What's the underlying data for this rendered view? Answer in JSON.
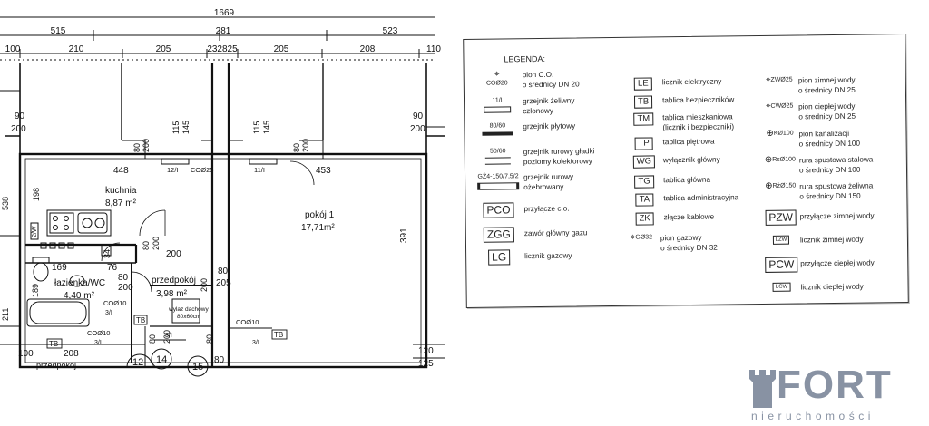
{
  "plan": {
    "dims_top": {
      "total": "1669",
      "seg1": "515",
      "seg2": "281",
      "seg3": "523"
    },
    "dims_row2": [
      "100",
      "210",
      "205",
      "232825",
      "205",
      "208",
      "110"
    ],
    "openings": [
      "90",
      "200",
      "80",
      "200",
      "115",
      "145",
      "80",
      "200",
      "115",
      "145",
      "90",
      "200"
    ],
    "rooms": {
      "kitchen": {
        "name": "kuchnia",
        "area": "8,87 m²",
        "width": "448",
        "depth": "198"
      },
      "room": {
        "name": "pokój 1",
        "area": "17,71m²",
        "width": "453",
        "depth": "391"
      },
      "bath": {
        "name": "łazienka/WC",
        "area": "4,40 m²",
        "width": "169",
        "depth": "189"
      },
      "hall": {
        "name": "przedpokój",
        "area": "3,98 m²",
        "width": "200"
      },
      "hall2": {
        "name": "przedpokój"
      }
    },
    "labels": {
      "radiator1": "12/I",
      "co1": "COØ25",
      "radiator2": "11/I",
      "co2": "COØ10",
      "co2b": "3/I",
      "co3": "COØ10",
      "co3b": "3/I",
      "co4": "COØ10",
      "co4b": "3/I",
      "tb1": "TB",
      "tb2": "TB",
      "tb3": "TB",
      "shower": "wylaz dachowy",
      "shower_size": "80x60cm",
      "d34": "34",
      "d76": "76",
      "d200a": "200",
      "d200b": "200",
      "d80a": "80",
      "d200c": "200",
      "d80b": "80",
      "d205": "205",
      "d80c": "80",
      "d200d": "200",
      "d80d": "80",
      "d80e": "80",
      "d208": "208",
      "d100": "100",
      "d120": "120",
      "d125": "125",
      "d538": "538",
      "d211": "211",
      "d2w": "2/W",
      "d14": "14",
      "d15": "15",
      "d12": "12",
      "d80f": "80",
      "d3i": "3/I"
    }
  },
  "legend": {
    "title": "LEGENDA:",
    "col1": [
      {
        "sym": "COØ20",
        "desc": [
          "pion C.O.",
          "o średnicy DN 20"
        ]
      },
      {
        "sym": "11/I",
        "desc": [
          "grzejnik żeliwny",
          "członowy"
        ]
      },
      {
        "sym": "80/60",
        "desc": [
          "grzejnik płytowy"
        ]
      },
      {
        "sym": "50/60",
        "desc": [
          "grzejnik rurowy gładki",
          "poziomy kolektorowy"
        ]
      },
      {
        "sym": "GŻ4-150/7,5/2",
        "desc": [
          "grzejnik rurowy",
          "ożebrowany"
        ]
      },
      {
        "sym": "PCO",
        "desc": [
          "przyłącze c.o."
        ]
      },
      {
        "sym": "ZGG",
        "desc": [
          "zawór główny gazu"
        ]
      },
      {
        "sym": "LG",
        "desc": [
          "licznik gazowy"
        ]
      }
    ],
    "col2": [
      {
        "sym": "LE",
        "desc": [
          "licznik elektryczny"
        ]
      },
      {
        "sym": "TB",
        "desc": [
          "tablica bezpieczników"
        ]
      },
      {
        "sym": "TM",
        "desc": [
          "tablica mieszkaniowa",
          "(licznik i bezpieczniki)"
        ]
      },
      {
        "sym": "TP",
        "desc": [
          "tablica piętrowa"
        ]
      },
      {
        "sym": "WG",
        "desc": [
          "wyłącznik główny"
        ]
      },
      {
        "sym": "TG",
        "desc": [
          "tablica główna"
        ]
      },
      {
        "sym": "TA",
        "desc": [
          "tablica administracyjna"
        ]
      },
      {
        "sym": "ZK",
        "desc": [
          "złącze kablowe"
        ]
      },
      {
        "sym": "GØ32",
        "desc": [
          "pion gazowy",
          "o średnicy DN 32"
        ]
      }
    ],
    "col3": [
      {
        "sym": "ZWØ25",
        "desc": [
          "pion zimnej wody",
          "o średnicy DN 25"
        ]
      },
      {
        "sym": "CWØ25",
        "desc": [
          "pion ciepłej wody",
          "o średnicy DN 25"
        ]
      },
      {
        "sym": "KØ100",
        "desc": [
          "pion kanalizacji",
          "o średnicy DN 100"
        ]
      },
      {
        "sym": "RsØ100",
        "desc": [
          "rura spustowa stalowa",
          "o średnicy DN 100"
        ]
      },
      {
        "sym": "RżØ150",
        "desc": [
          "rura spustowa żeliwna",
          "o średnicy DN 150"
        ]
      },
      {
        "sym": "PZW",
        "desc": [
          "przyłącze zimnej wody"
        ]
      },
      {
        "sym": "LZW",
        "desc": [
          "licznik zimnej wody"
        ]
      },
      {
        "sym": "PCW",
        "desc": [
          "przyłącze ciepłej wody"
        ]
      },
      {
        "sym": "LCW",
        "desc": [
          "licznik ciepłej wody"
        ]
      }
    ]
  },
  "logo": {
    "word": "FORT",
    "sub": "nieruchomości"
  }
}
